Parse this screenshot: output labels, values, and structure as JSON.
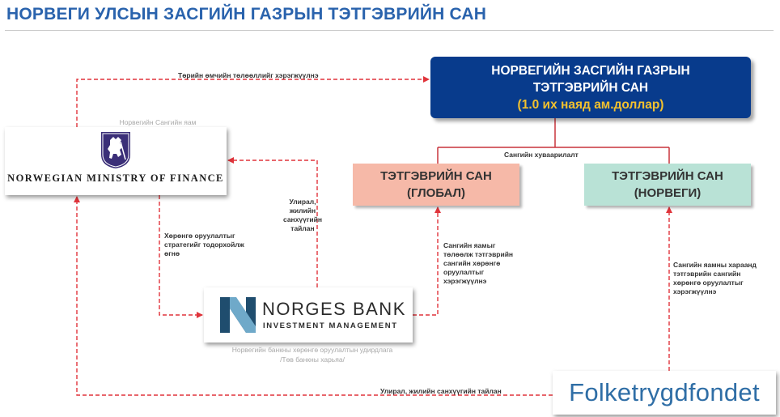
{
  "title": "НОРВЕГИ УЛСЫН ЗАСГИЙН ГАЗРЫН ТЭТГЭВРИЙН САН",
  "main_fund": {
    "line1": "НОРВЕГИЙН ЗАСГИЙН ГАЗРЫН",
    "line2": "ТЭТГЭВРИЙН САН",
    "amount": "(1.0 их наяд ам.доллар)"
  },
  "global_fund": {
    "line1": "ТЭТГЭВРИЙН САН",
    "line2": "(ГЛОБАЛ)"
  },
  "norway_fund": {
    "line1": "ТЭТГЭВРИЙН САН",
    "line2": "(НОРВЕГИ)"
  },
  "ministry": {
    "caption": "Норвегийн Сангийн яам",
    "logo_text": "NORWEGIAN MINISTRY OF FINANCE"
  },
  "nbim": {
    "name": "NORGES BANK",
    "sub": "INVESTMENT MANAGEMENT",
    "caption_line1": "Норвегийн банкны хөрөнгө оруулалтын удирдлага",
    "caption_line2": "/Төв банкны харьяа/"
  },
  "folketrygdfondet": {
    "name": "Folketrygdfondet"
  },
  "labels": {
    "top_arrow": "Төрийн өмчийн төлөөллийг хэрэгжүүлнэ",
    "distribution": "Сангийн хуваарилалт",
    "report_up": [
      "Улирал,",
      "жилийн",
      "санхүүгийн",
      "тайлан"
    ],
    "strategy": [
      "Хөрөнгө оруулалтыг",
      "стратегийг тодорхойлж",
      "өгнө"
    ],
    "global_mgmt": [
      "Сангийн яамыг",
      "төлөөлж тэтгэврийн",
      "сангийн хөрөнгө",
      "оруулалтыг",
      "хэрэгжүүлнэ"
    ],
    "norway_mgmt": [
      "Сангийн яамны хараанд",
      "тэтгэврийн сангийн",
      "хөрөнгө оруулалтыг",
      "хэрэгжүүлнэ"
    ],
    "bottom_report": "Улирал, жилийн санхүүгийн тайлан"
  },
  "colors": {
    "title": "#2a63ad",
    "main_box": "#083b8c",
    "amount": "#f2c12e",
    "global_box": "#f6b9a8",
    "norway_box": "#b9e2d6",
    "dashed_line": "#e0343b",
    "solid_line": "#c8343c"
  },
  "icons": {
    "ministry_crest": "norwegian-lion-crest-icon",
    "nbim_logo": "norges-bank-n-logo-icon"
  }
}
